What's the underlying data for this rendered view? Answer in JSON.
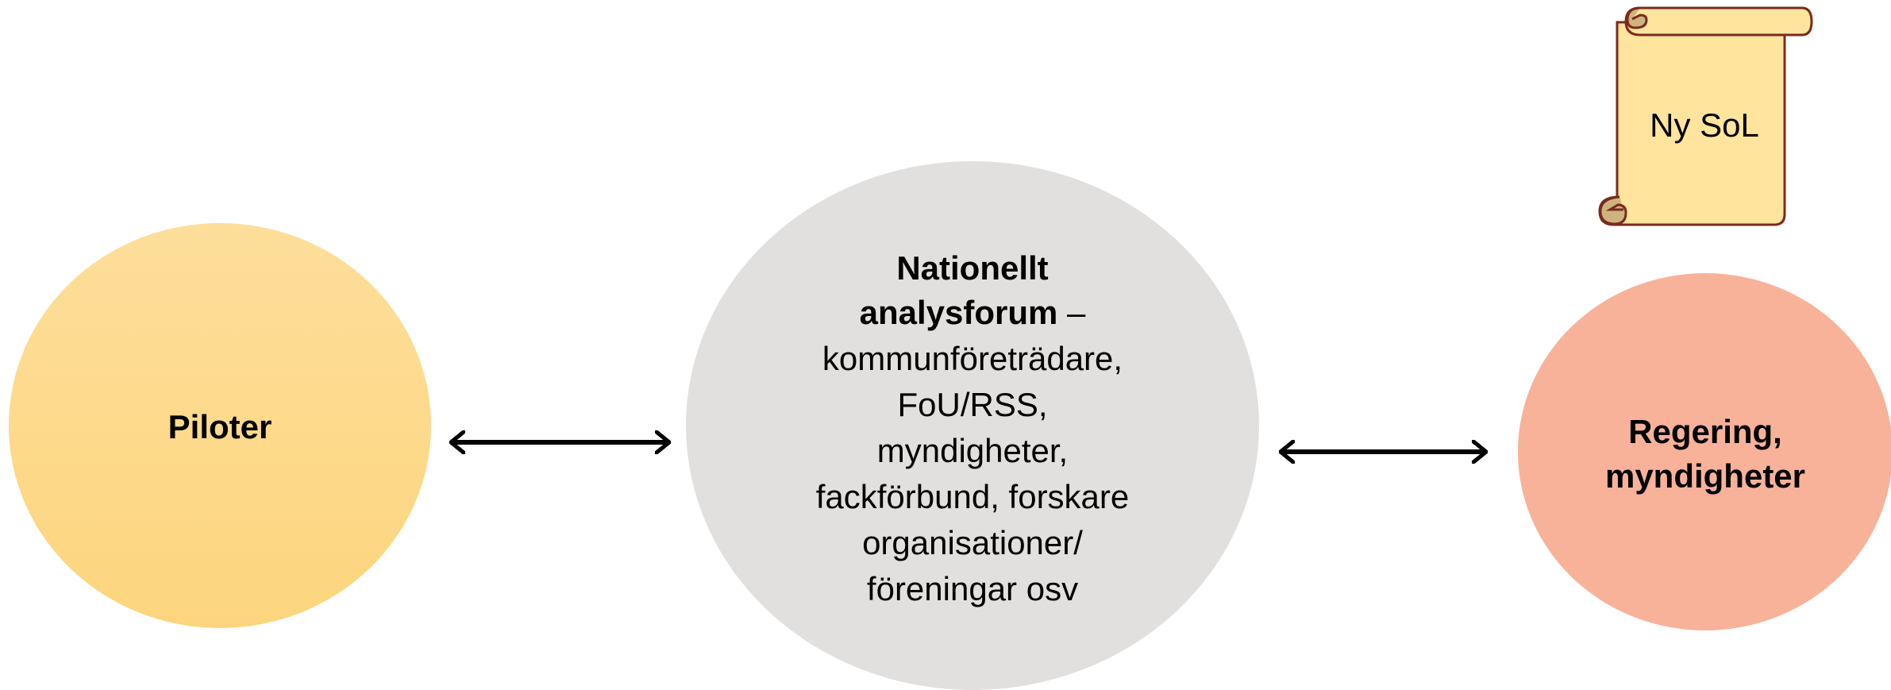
{
  "nodes": {
    "piloter": {
      "label": "Piloter",
      "fill_top": "#FDDE9A",
      "fill_bottom": "#FDD57E"
    },
    "forum": {
      "title_line1": "Nationellt",
      "title_line2_bold": "analysforum",
      "title_line2_rest": " –",
      "lines": [
        "kommunföreträdare,",
        "FoU/RSS,",
        "myndigheter,",
        "fackförbund, forskare",
        "organisationer/",
        "föreningar osv"
      ],
      "fill": "#E2E0DE"
    },
    "regering": {
      "line1": "Regering,",
      "line2": "myndigheter",
      "fill": "#F8B29A"
    },
    "scroll": {
      "label": "Ny SoL",
      "fill": "#FFE49E",
      "stroke": "#7B2A1E",
      "curl_fill": "#CDB47E"
    }
  },
  "connectors": [
    {
      "from": "Piloter",
      "to": "Nationellt analysforum",
      "direction": "bidirectional"
    },
    {
      "from": "Nationellt analysforum",
      "to": "Regering, myndigheter",
      "direction": "bidirectional"
    }
  ]
}
